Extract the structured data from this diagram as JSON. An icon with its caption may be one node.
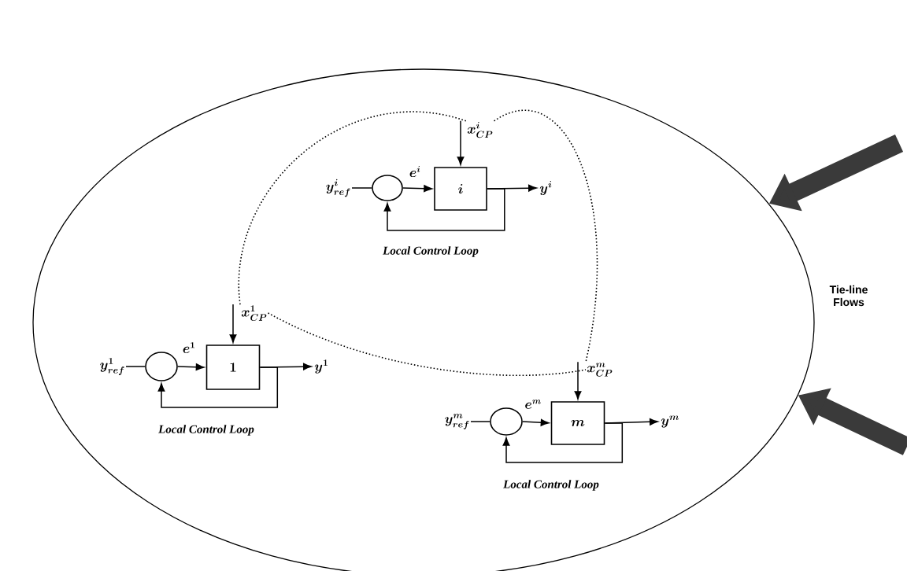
{
  "diagram": {
    "nodes": [
      {
        "text": [],
        "shape": "ellipse"
      },
      {
        "text": [
          "i"
        ],
        "in": 0,
        "beside": [
          "Local Control Loop"
        ]
      },
      {
        "text": [],
        "shape": "circle",
        "in": 0
      },
      {
        "text": [
          "y^{i}_{ref}"
        ],
        "in": 0
      },
      {
        "text": [
          "y^{i}"
        ],
        "in": 0
      },
      {
        "text": [
          "x^{i}_{CP}"
        ],
        "in": 0
      },
      {
        "text": [
          "1"
        ],
        "in": 0,
        "beside": [
          "Local Control Loop"
        ]
      },
      {
        "text": [],
        "shape": "circle",
        "in": 0
      },
      {
        "text": [
          "y^{1}_{ref}"
        ],
        "in": 0
      },
      {
        "text": [
          "y^{1}"
        ],
        "in": 0
      },
      {
        "text": [
          "x^{1}_{CP}"
        ],
        "in": 0
      },
      {
        "text": [
          "m"
        ],
        "in": 0,
        "beside": [
          "Local Control Loop"
        ]
      },
      {
        "text": [],
        "shape": "circle",
        "in": 0
      },
      {
        "text": [
          "y^{m}_{ref}"
        ],
        "in": 0
      },
      {
        "text": [
          "y^{m}"
        ],
        "in": 0
      },
      {
        "text": [
          "x^{m}_{CP}"
        ],
        "in": 0
      }
    ],
    "edges": [
      {
        "from": 3,
        "to": 2,
        "arrow": "none"
      },
      {
        "from": 2,
        "to": 1,
        "arrow": "to",
        "label": "e^{i}"
      },
      {
        "from": 5,
        "to": 1,
        "arrow": "to"
      },
      {
        "from": 1,
        "to": 4,
        "arrow": "to"
      },
      {
        "from": 1,
        "to": 2,
        "arrow": "to"
      },
      {
        "from": 8,
        "to": 7,
        "arrow": "none"
      },
      {
        "from": 7,
        "to": 6,
        "arrow": "to",
        "label": "e^{1}"
      },
      {
        "from": 10,
        "to": 6,
        "arrow": "to"
      },
      {
        "from": 6,
        "to": 9,
        "arrow": "to"
      },
      {
        "from": 6,
        "to": 7,
        "arrow": "to"
      },
      {
        "from": 13,
        "to": 12,
        "arrow": "none"
      },
      {
        "from": 12,
        "to": 11,
        "arrow": "to",
        "label": "e^{m}"
      },
      {
        "from": 15,
        "to": 11,
        "arrow": "to"
      },
      {
        "from": 11,
        "to": 14,
        "arrow": "to"
      },
      {
        "from": 11,
        "to": 12,
        "arrow": "to"
      },
      {
        "from": 10,
        "to": 5,
        "arrow": "none",
        "style": "dashed"
      },
      {
        "from": 5,
        "to": 15,
        "arrow": "none",
        "style": "dashed"
      },
      {
        "from": 10,
        "to": 15,
        "arrow": "none",
        "style": "dashed"
      },
      {
        "from": null,
        "to": 0,
        "arrow": "to",
        "style": "thick",
        "color": "#3a3a3a"
      },
      {
        "from": null,
        "to": 0,
        "arrow": "to",
        "style": "thick",
        "color": "#3a3a3a"
      }
    ],
    "labels": [
      "Tie-line Flows"
    ]
  }
}
